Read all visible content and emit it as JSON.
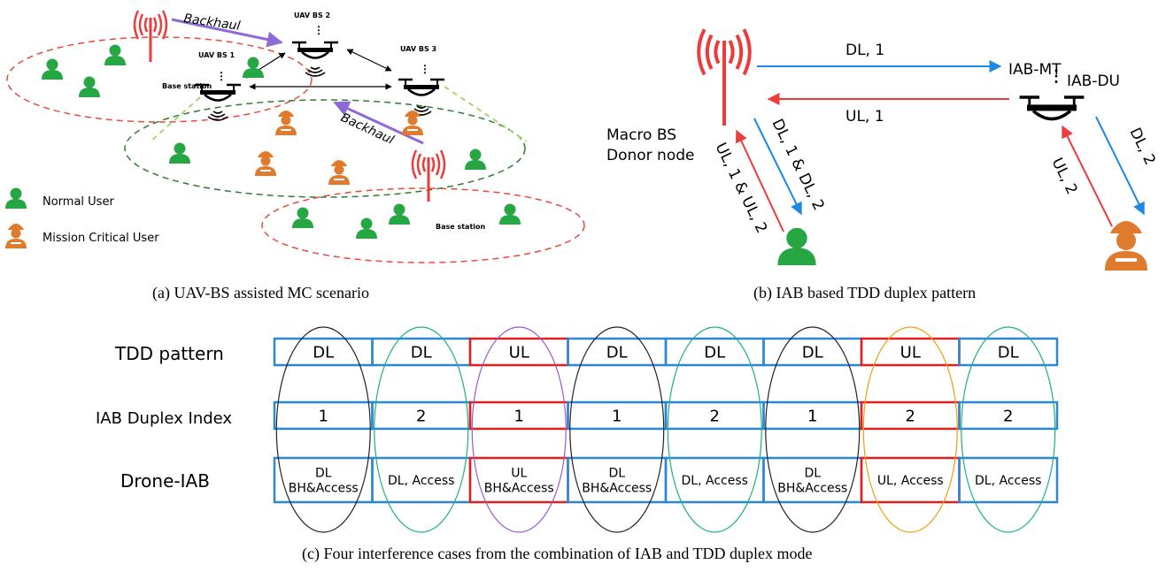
{
  "panel_a": {
    "caption": "(a) UAV-BS assisted MC scenario",
    "backhaul_top": "Backhaul",
    "backhaul_mid": "Backhaul",
    "uav_bs1": "UAV BS 1",
    "uav_bs2": "UAV BS 2",
    "uav_bs3": "UAV BS 3",
    "base_station_left": "Base station",
    "base_station_right": "Base station",
    "legend_normal": "Normal User",
    "legend_mc": "Mission Critical User"
  },
  "panel_b": {
    "caption": "(b) IAB based TDD duplex pattern",
    "macro_bs": "Macro BS",
    "donor_node": "Donor node",
    "iab_mt": "IAB-MT",
    "iab_du": "IAB-DU",
    "dl1_top": "DL, 1",
    "ul1_mid": "UL, 1",
    "diag_dl": "DL, 1 & DL, 2",
    "diag_ul": "UL, 1 & UL, 2",
    "right_dl2": "DL, 2",
    "right_ul2": "UL, 2"
  },
  "panel_c": {
    "caption": "(c) Four interference cases from the combination of IAB and TDD duplex mode",
    "row_labels": [
      "TDD pattern",
      "IAB Duplex Index",
      "Drone-IAB"
    ],
    "tdd": [
      "DL",
      "DL",
      "UL",
      "DL",
      "DL",
      "DL",
      "UL",
      "DL"
    ],
    "index": [
      "1",
      "2",
      "1",
      "1",
      "2",
      "1",
      "2",
      "2"
    ],
    "drone": [
      [
        "DL",
        "BH&Access"
      ],
      [
        "DL, Access"
      ],
      [
        "UL",
        "BH&Access"
      ],
      [
        "DL",
        "BH&Access"
      ],
      [
        "DL, Access"
      ],
      [
        "DL",
        "BH&Access"
      ],
      [
        "UL, Access"
      ],
      [
        "DL, Access"
      ]
    ],
    "ellipse_colors": [
      "#222222",
      "#1db27a",
      "#9b59d0",
      "#222222",
      "#1db27a",
      "#222222",
      "#f39c12",
      "#1db27a"
    ]
  },
  "colors": {
    "green_user": "#27a644",
    "orange_user": "#e07b2e",
    "red": "#ee3b3b",
    "blue": "#1e88e5",
    "cell_blue": "#2b86d8",
    "cell_red": "#e02020"
  }
}
